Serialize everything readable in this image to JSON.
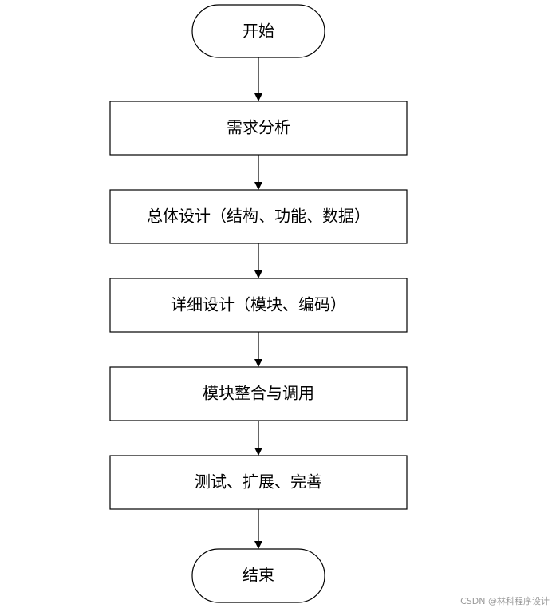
{
  "flow": {
    "start": "开始",
    "steps": [
      "需求分析",
      "总体设计（结构、功能、数据）",
      "详细设计（模块、编码）",
      "模块整合与调用",
      "测试、扩展、完善"
    ],
    "end": "结束"
  },
  "watermark": "CSDN @林科程序设计",
  "colors": {
    "stroke": "#000000",
    "background": "#ffffff",
    "watermark": "#9a9a9a"
  }
}
